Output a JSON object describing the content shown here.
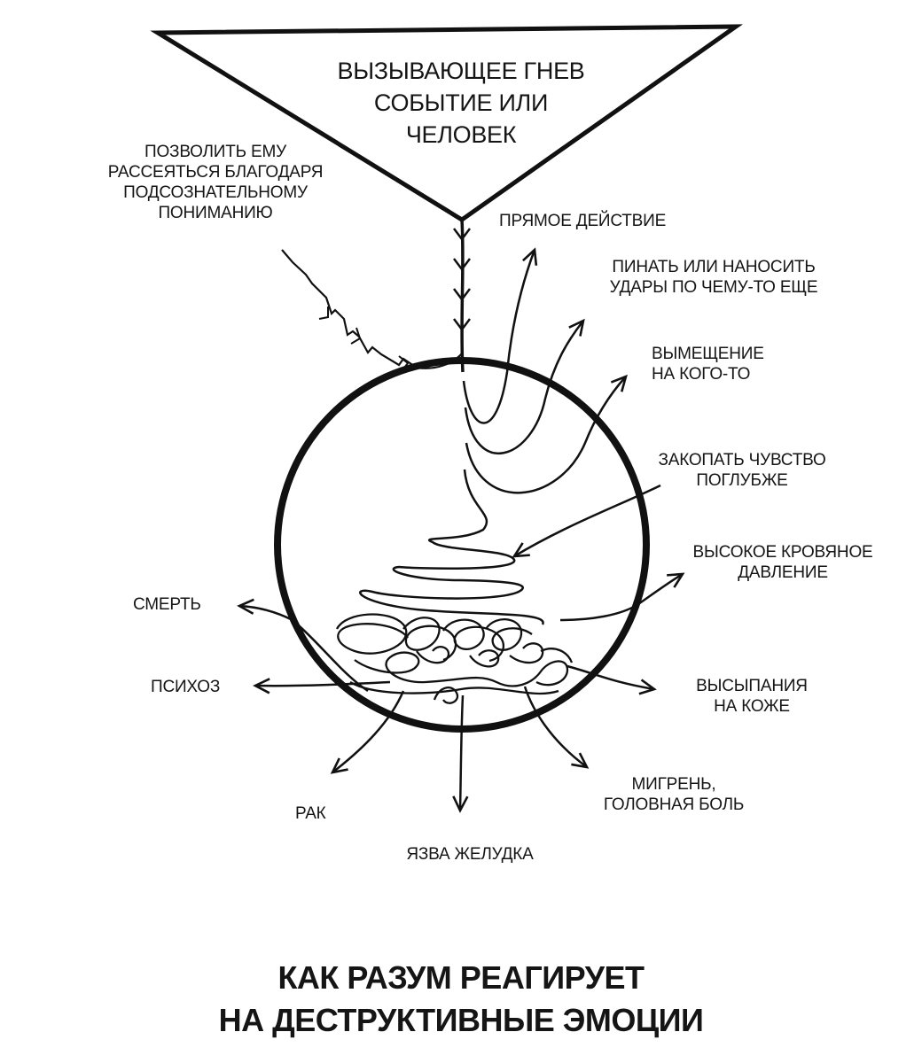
{
  "funnel_label": [
    "ВЫЗЫВАЮЩЕЕ ГНЕВ",
    "СОБЫТИЕ ИЛИ",
    "ЧЕЛОВЕК"
  ],
  "dissipate_label": [
    "ПОЗВОЛИТЬ ЕМУ",
    "РАССЕЯТЬСЯ БЛАГОДАРЯ",
    "ПОДСОЗНАТЕЛЬНОМУ",
    "ПОНИМАНИЮ"
  ],
  "direct_action_label": [
    "ПРЯМОЕ ДЕЙСТВИЕ"
  ],
  "kick_label": [
    "ПИНАТЬ ИЛИ НАНОСИТЬ",
    "УДАРЫ ПО ЧЕМУ-ТО ЕЩЕ"
  ],
  "displacement_label": [
    "ВЫМЕЩЕНИЕ",
    "НА КОГО-ТО"
  ],
  "bury_label": [
    "ЗАКОПАТЬ ЧУВСТВО",
    "ПОГЛУБЖЕ"
  ],
  "blood_pressure_label": [
    "ВЫСОКОЕ КРОВЯНОЕ",
    "ДАВЛЕНИЕ"
  ],
  "death_label": [
    "СМЕРТЬ"
  ],
  "psychosis_label": [
    "ПСИХОЗ"
  ],
  "skin_rash_label": [
    "ВЫСЫПАНИЯ",
    "НА КОЖЕ"
  ],
  "migraine_label": [
    "МИГРЕНЬ,",
    "ГОЛОВНАЯ БОЛЬ"
  ],
  "cancer_label": [
    "РАК"
  ],
  "ulcer_label": [
    "ЯЗВА ЖЕЛУДКА"
  ],
  "title": [
    "КАК РАЗУМ РЕАГИРУЕТ",
    "НА ДЕСТРУКТИВНЫЕ ЭМОЦИИ"
  ]
}
